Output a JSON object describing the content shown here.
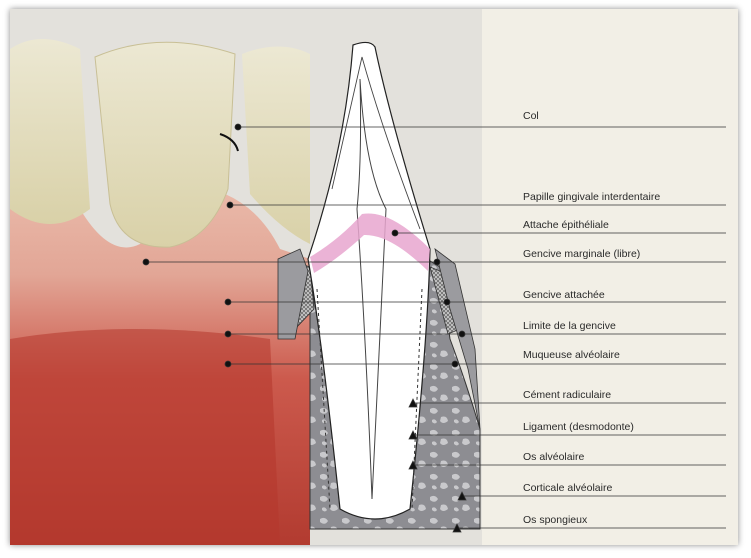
{
  "labels": [
    {
      "id": "col",
      "text": "Col"
    },
    {
      "id": "papille",
      "text": "Papille gingivale interdentaire"
    },
    {
      "id": "attache-epitheliale",
      "text": "Attache épithéliale"
    },
    {
      "id": "gencive-marginale",
      "text": "Gencive marginale (libre)"
    },
    {
      "id": "gencive-attachee",
      "text": "Gencive attachée"
    },
    {
      "id": "limite-gencive",
      "text": "Limite de la gencive"
    },
    {
      "id": "muqueuse-alveolaire",
      "text": "Muqueuse alvéolaire"
    },
    {
      "id": "cement-radiculaire",
      "text": "Cément radiculaire"
    },
    {
      "id": "ligament",
      "text": "Ligament (desmodonte)"
    },
    {
      "id": "os-alveolaire",
      "text": "Os alvéolaire"
    },
    {
      "id": "corticale-alveolaire",
      "text": "Corticale alvéolaire"
    },
    {
      "id": "os-spongieux",
      "text": "Os spongieux"
    }
  ],
  "colors": {
    "gum": "#d98a82",
    "gum_dark": "#a6352c",
    "enamel": "#e8e3c9",
    "attachment": "#e7a6cf",
    "bone": "#8f8f93",
    "page": "#f2efe6"
  }
}
